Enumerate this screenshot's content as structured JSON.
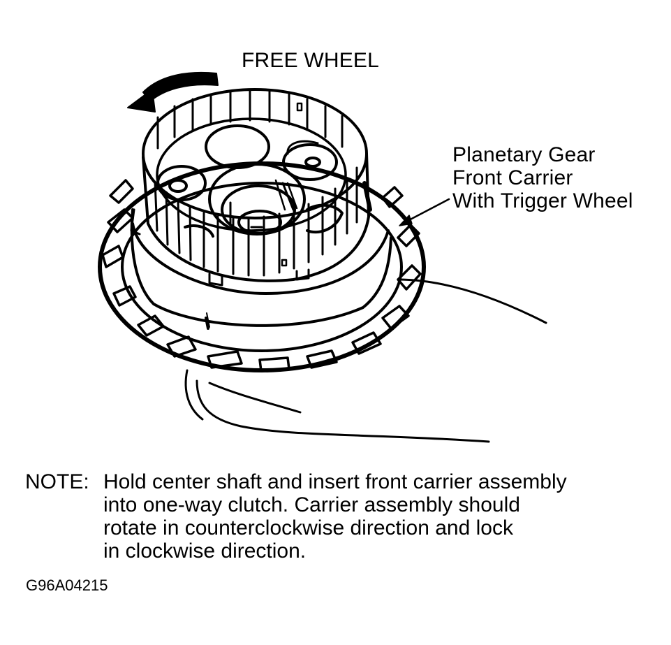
{
  "labels": {
    "rotation": "FREE WHEEL",
    "component": [
      "Planetary Gear",
      "Front Carrier",
      "With Trigger Wheel"
    ]
  },
  "note": {
    "prefix": "NOTE:",
    "lines": [
      "Hold center shaft  and insert front carrier assembly",
      "into one-way clutch. Carrier assembly should",
      "rotate in counterclockwise direction and lock",
      "in clockwise direction."
    ]
  },
  "figure_id": "G96A04215",
  "colors": {
    "ink": "#000000",
    "paper": "#ffffff"
  },
  "icons": {
    "rotation_arrow": "curved-arrow-counterclockwise-icon"
  }
}
